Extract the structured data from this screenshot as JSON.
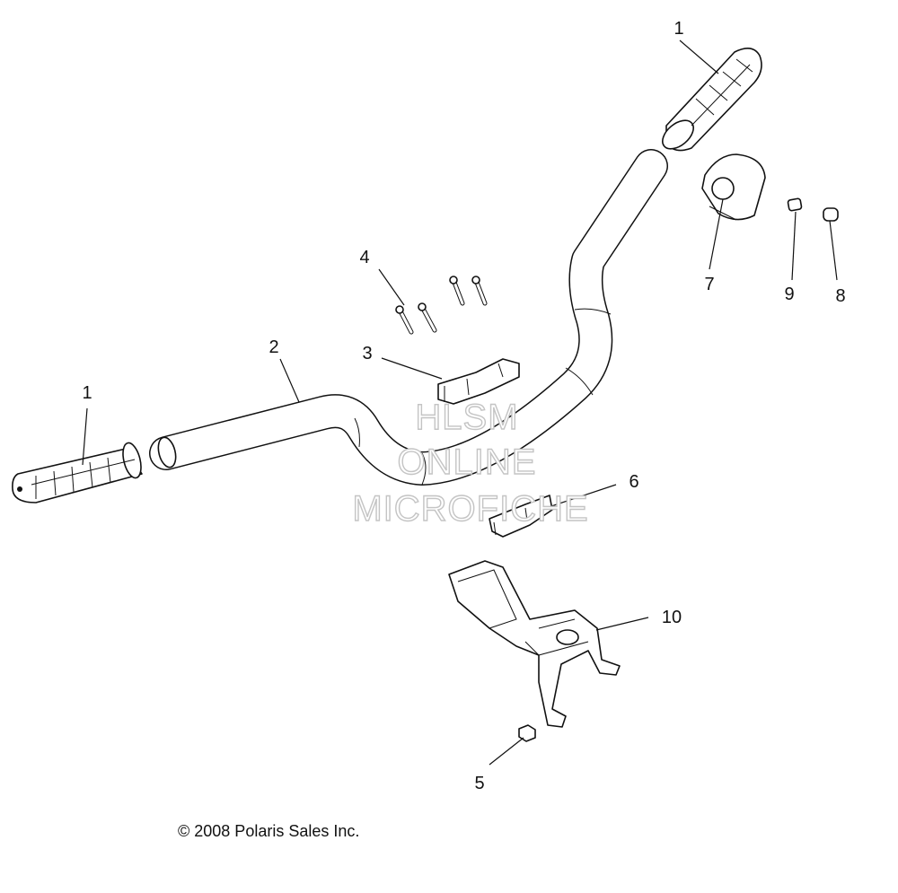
{
  "callouts": {
    "grip_right": "1",
    "grip_left": "1",
    "handlebar": "2",
    "upper_clamp": "3",
    "bolts": "4",
    "nut": "5",
    "lower_clamp": "6",
    "pad": "7",
    "cap_8": "8",
    "cap_9": "9",
    "bracket": "10"
  },
  "watermark": {
    "line1": "HLSM",
    "line2": "ONLINE",
    "line3": "MICROFICHE"
  },
  "copyright": "© 2008 Polaris Sales Inc.",
  "colors": {
    "line": "#111111",
    "watermark_outline": "#c4c4c4",
    "background": "#ffffff"
  }
}
